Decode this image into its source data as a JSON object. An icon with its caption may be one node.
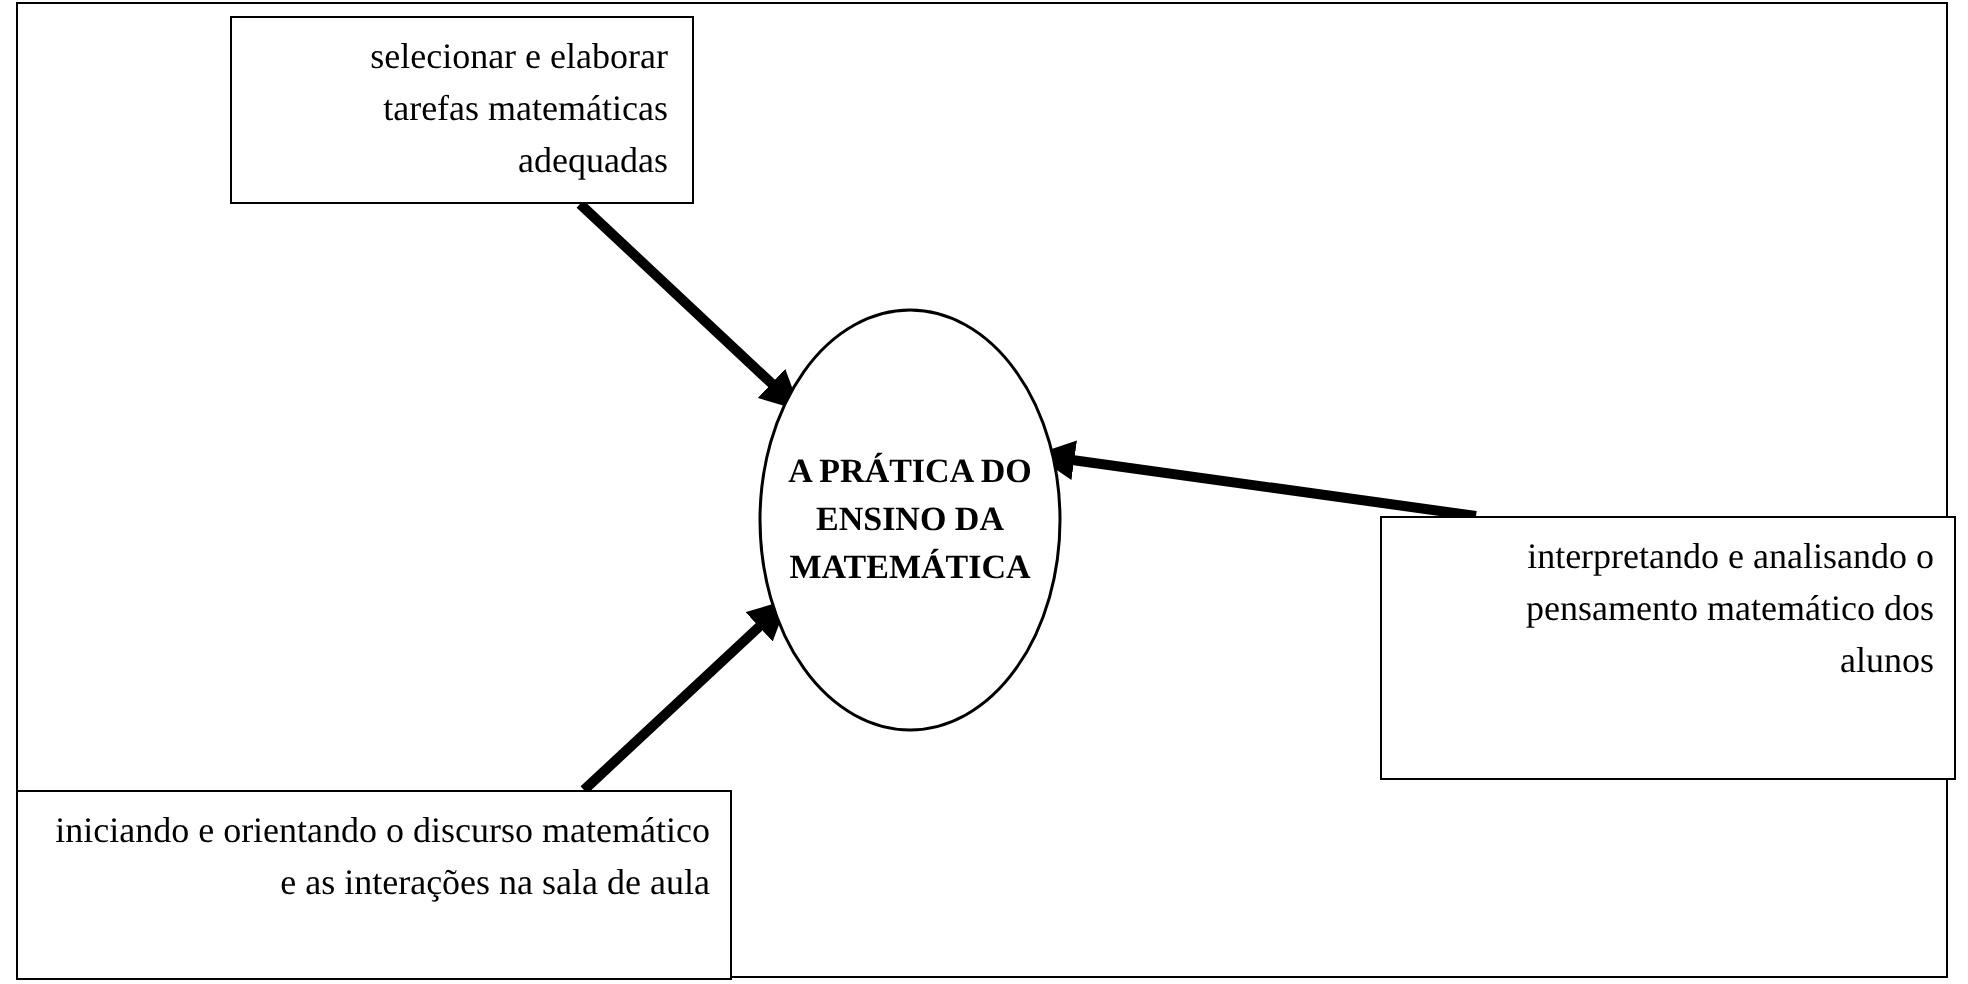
{
  "diagram": {
    "nodes": [
      {
        "text": [
          "selecionar e elaborar tarefas matemáticas adequadas"
        ]
      },
      {
        "text": [
          "A PRÁTICA DO ENSINO DA MATEMÁTICA"
        ]
      },
      {
        "text": [
          "interpretando e analisando o pensamento matemático dos alunos"
        ]
      },
      {
        "text": [
          "iniciando e orientando o discurso matemático e as interações na sala de aula"
        ]
      }
    ],
    "edges": [
      {
        "from": 0,
        "to": 1,
        "arrow": "to"
      },
      {
        "from": 2,
        "to": 1,
        "arrow": "to"
      },
      {
        "from": 3,
        "to": 1,
        "arrow": "to"
      }
    ]
  }
}
